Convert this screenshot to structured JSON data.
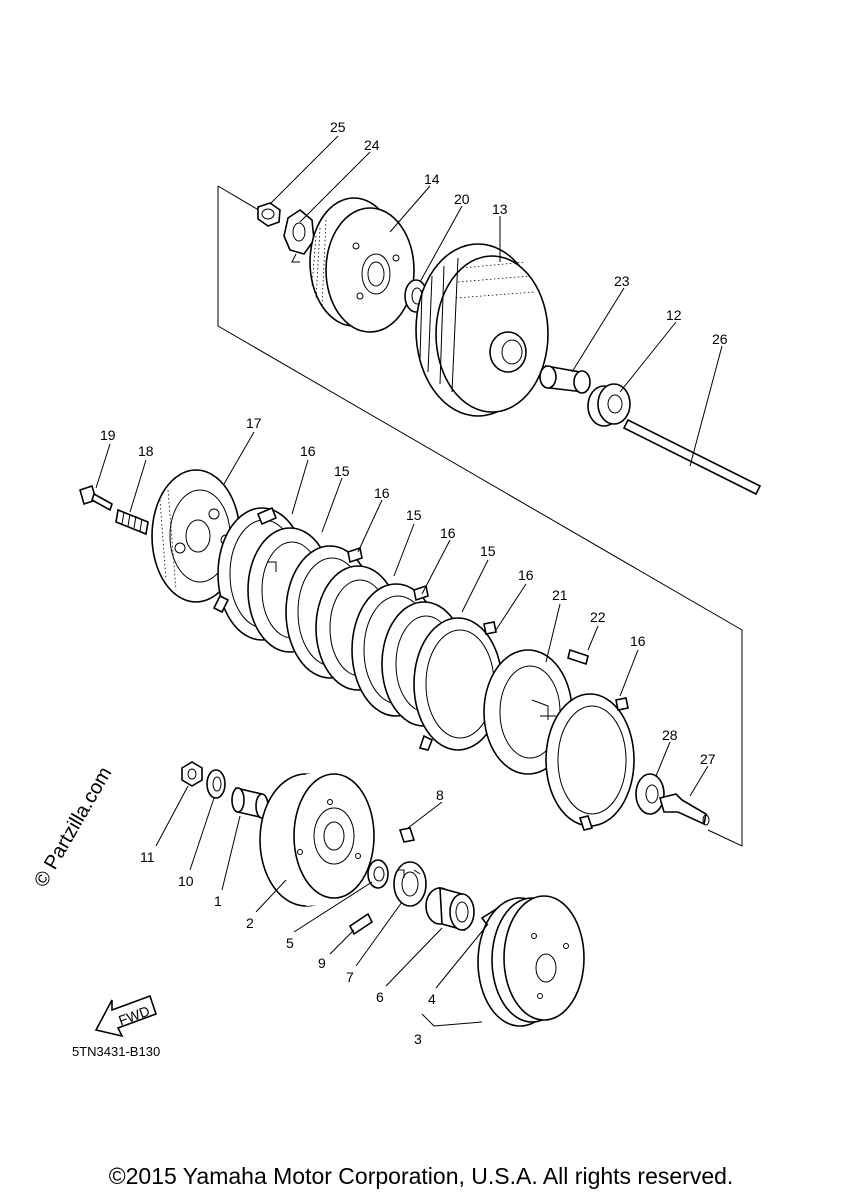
{
  "diagram": {
    "callouts": [
      "25",
      "24",
      "14",
      "20",
      "13",
      "23",
      "12",
      "26",
      "19",
      "18",
      "17",
      "16",
      "15",
      "16",
      "15",
      "16",
      "15",
      "16",
      "21",
      "22",
      "16",
      "28",
      "27",
      "8",
      "11",
      "10",
      "1",
      "2",
      "5",
      "9",
      "7",
      "6",
      "4",
      "3"
    ],
    "fwd_label": "FWD",
    "drawing_code": "5TN3431-B130",
    "watermark": "© Partzilla.com",
    "copyright": "©2015 Yamaha Motor Corporation, U.S.A. All rights reserved."
  }
}
